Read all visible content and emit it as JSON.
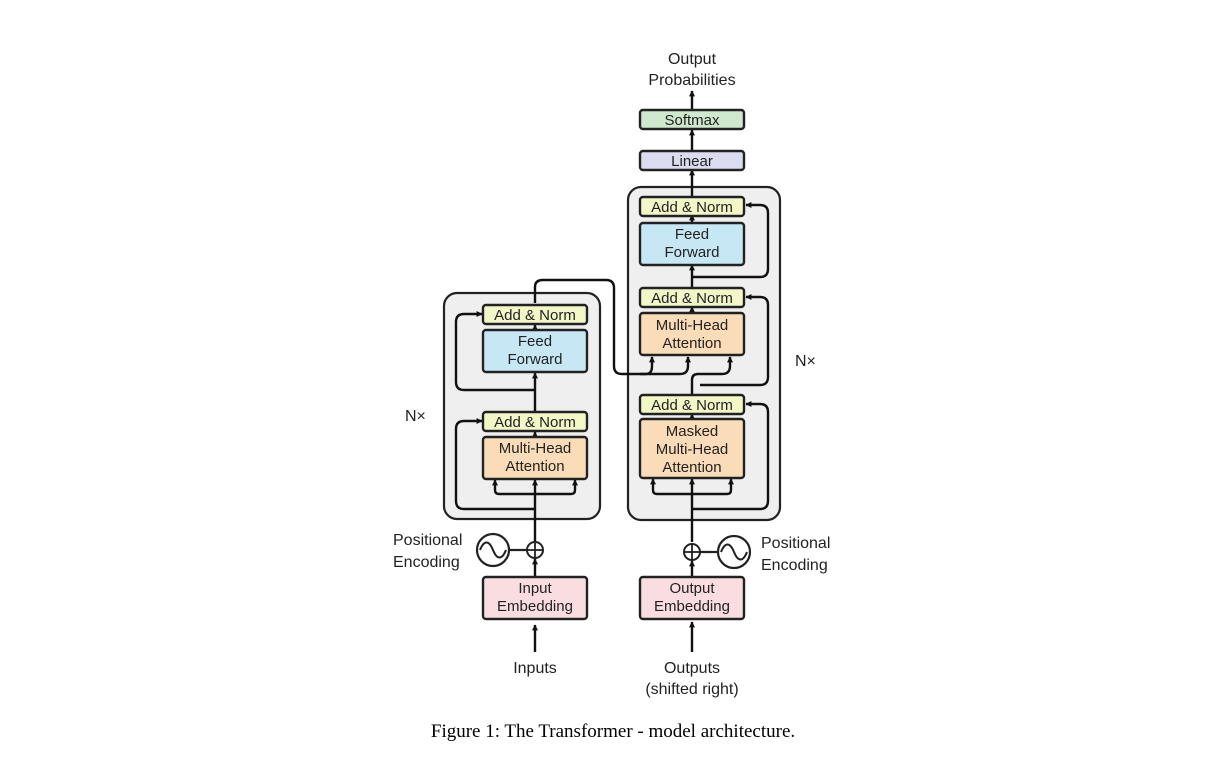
{
  "output_top": {
    "line1": "Output",
    "line2": "Probabilities"
  },
  "decoder": {
    "softmax": "Softmax",
    "linear": "Linear",
    "addnorm_3": "Add & Norm",
    "feed_forward": {
      "line1": "Feed",
      "line2": "Forward"
    },
    "addnorm_2": "Add & Norm",
    "cross_attention": {
      "line1": "Multi-Head",
      "line2": "Attention"
    },
    "addnorm_1": "Add & Norm",
    "masked_attention": {
      "line1": "Masked",
      "line2": "Multi-Head",
      "line3": "Attention"
    },
    "nx": "N×",
    "positional": {
      "line1": "Positional",
      "line2": "Encoding"
    },
    "embedding": {
      "line1": "Output",
      "line2": "Embedding"
    },
    "input_label": {
      "line1": "Outputs",
      "line2": "(shifted right)"
    }
  },
  "encoder": {
    "addnorm_2": "Add & Norm",
    "feed_forward": {
      "line1": "Feed",
      "line2": "Forward"
    },
    "addnorm_1": "Add & Norm",
    "attention": {
      "line1": "Multi-Head",
      "line2": "Attention"
    },
    "nx": "N×",
    "positional": {
      "line1": "Positional",
      "line2": "Encoding"
    },
    "embedding": {
      "line1": "Input",
      "line2": "Embedding"
    },
    "input_label": "Inputs"
  },
  "caption": "Figure 1: The Transformer - model architecture.",
  "colors": {
    "add_norm": "#f3f7c8",
    "feed_forward": "#c7e7f4",
    "attention": "#fbdcb8",
    "embedding": "#f9dde0",
    "linear": "#dcdcf1",
    "softmax": "#cfe9cf",
    "stack_background": "#efefef"
  }
}
